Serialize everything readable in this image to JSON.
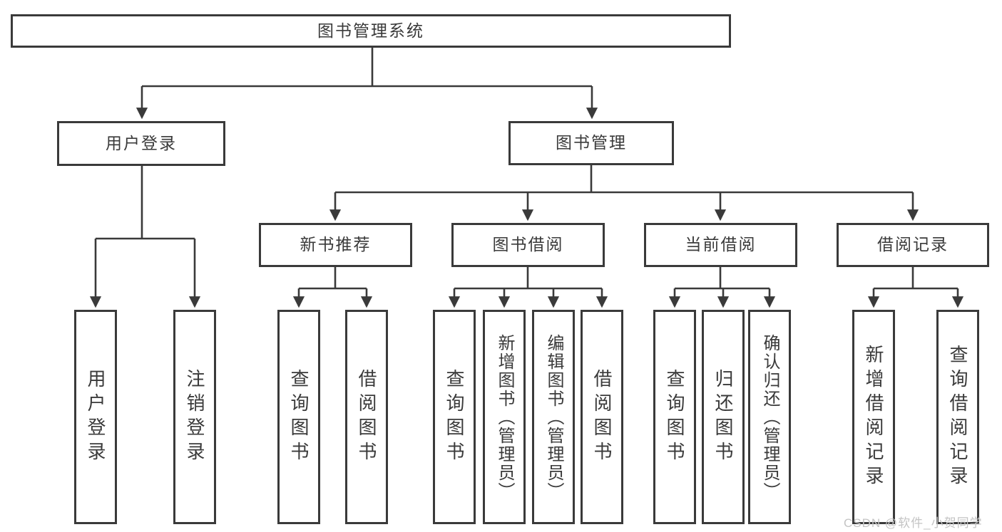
{
  "nodes": {
    "root": "图书管理系统",
    "user_login_branch": {
      "label": "用户登录",
      "children": [
        "用户登录",
        "注销登录"
      ]
    },
    "book_mgmt_branch": {
      "label": "图书管理",
      "sections": [
        {
          "label": "新书推荐",
          "children": [
            "查询图书",
            "借阅图书"
          ]
        },
        {
          "label": "图书借阅",
          "children": [
            "查询图书",
            "新增图书（管理员）",
            "编辑图书（管理员）",
            "借阅图书"
          ]
        },
        {
          "label": "当前借阅",
          "children": [
            "查询图书",
            "归还图书",
            "确认归还（管理员）"
          ]
        },
        {
          "label": "借阅记录",
          "children": [
            "新增借阅记录",
            "查询借阅记录"
          ]
        }
      ]
    }
  },
  "watermark": "CSDN @软件_小贺同学",
  "colors": {
    "line": "#3a3a3a",
    "text": "#3a3a3a",
    "background": "#ffffff",
    "watermark": "#c4c4c4"
  }
}
